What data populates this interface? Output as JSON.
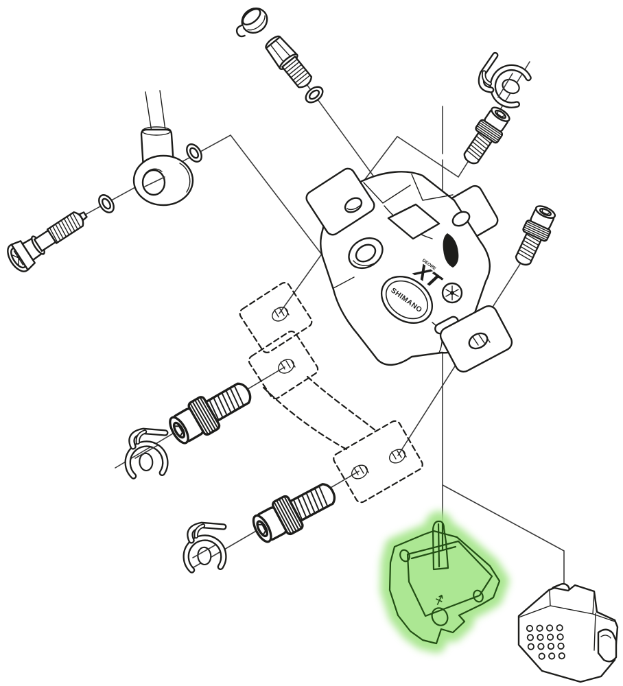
{
  "diagram": {
    "kind": "exploded-parts-diagram",
    "background_color": "#ffffff",
    "line_color": "#1d1d1b",
    "highlight_color": "#a5e58a",
    "caliper": {
      "brand_logo": "SHIMANO",
      "model_label": "XT",
      "series_label": "DEORE"
    },
    "highlighted_part": "brake-pad",
    "parts": [
      "bleed-nipple-cap",
      "bleed-screw",
      "bleed-o-ring",
      "hose-hook-clip",
      "clip-fixing-bolt",
      "brake-hose",
      "banjo-fitting",
      "sealing-washer-right",
      "sealing-washer-left",
      "banjo-bolt",
      "caliper-body",
      "caliper-fixing-bolt",
      "mount-adapter",
      "hose-guide-clip-upper",
      "adapter-bolt-upper",
      "hose-guide-clip-lower",
      "adapter-bolt-lower",
      "brake-pad",
      "bleed-spacer-block"
    ]
  }
}
